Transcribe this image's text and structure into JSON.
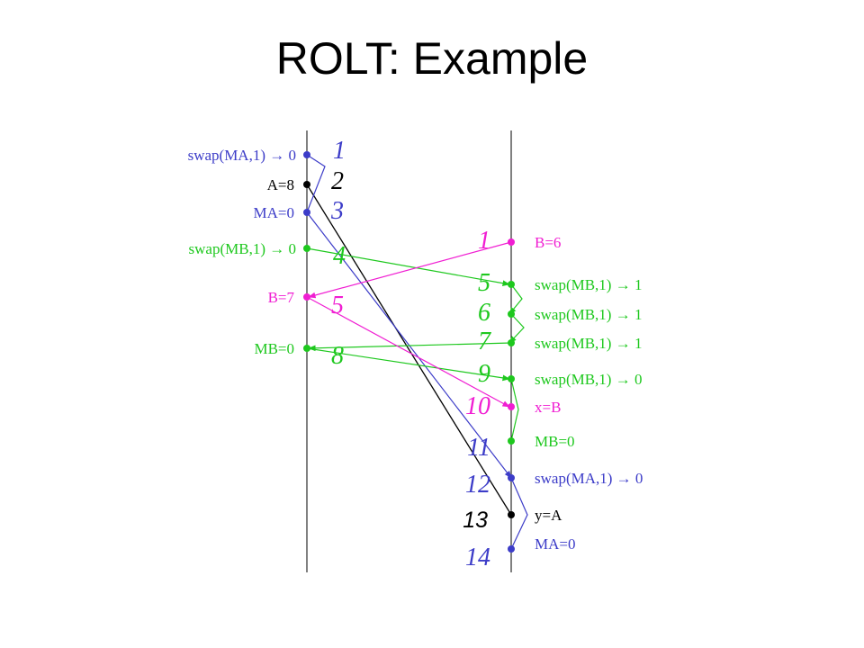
{
  "title": "ROLT: Example",
  "colors": {
    "black": "#000000",
    "blue": "#3c3cc8",
    "green": "#1ec81e",
    "magenta": "#f01ed2"
  },
  "left": {
    "labels": [
      "swap(MA,1) → 0",
      "A=8",
      "MA=0",
      "swap(MB,1) → 0",
      "B=7",
      "MB=0"
    ],
    "numbers": [
      "1",
      "2",
      "3",
      "4",
      "5",
      "8"
    ]
  },
  "right": {
    "labels": [
      "B=6",
      "swap(MB,1) → 1",
      "swap(MB,1) → 1",
      "swap(MB,1) → 1",
      "swap(MB,1) → 0",
      "x=B",
      "MB=0",
      "swap(MA,1) → 0",
      "y=A",
      "MA=0"
    ],
    "numbers": [
      "1",
      "5",
      "6",
      "7",
      "9",
      "10",
      "11",
      "12",
      "13",
      "14"
    ]
  }
}
